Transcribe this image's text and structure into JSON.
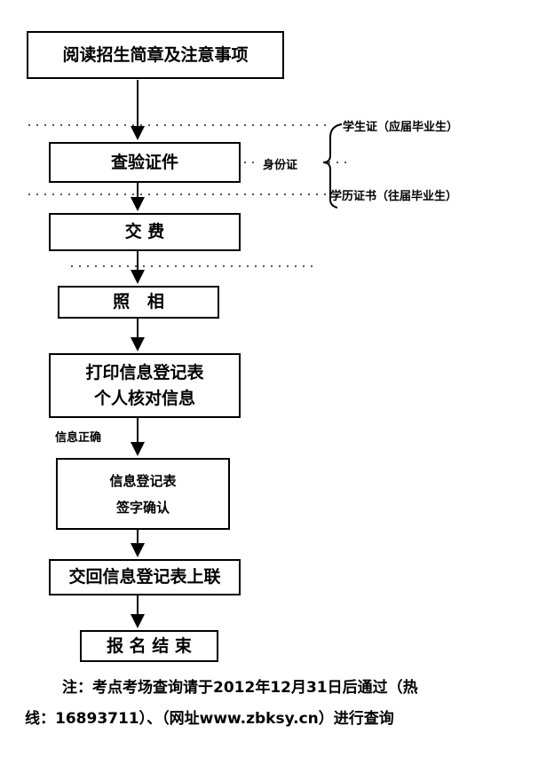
{
  "steps": {
    "s1": "阅读招生简章及注意事项",
    "s2": "查验证件",
    "s3": "交 费",
    "s4": "照   相",
    "s5a": "打印信息登记表",
    "s5b": "个人核对信息",
    "s6a": "信息登记表",
    "s6b": "签字确认",
    "s7": "交回信息登记表上联",
    "s8": "报 名 结 束"
  },
  "documents": {
    "student_id": "学生证（应届毕业生）",
    "id_card": "身份证",
    "diploma": "学历证书（往届毕业生）"
  },
  "condition": "信息正确",
  "note": {
    "line1": "注：考点考场查询请于2012年12月31日后通过（热",
    "line2": "线：16893711）、（网址www.zbksy.cn）进行查询"
  }
}
